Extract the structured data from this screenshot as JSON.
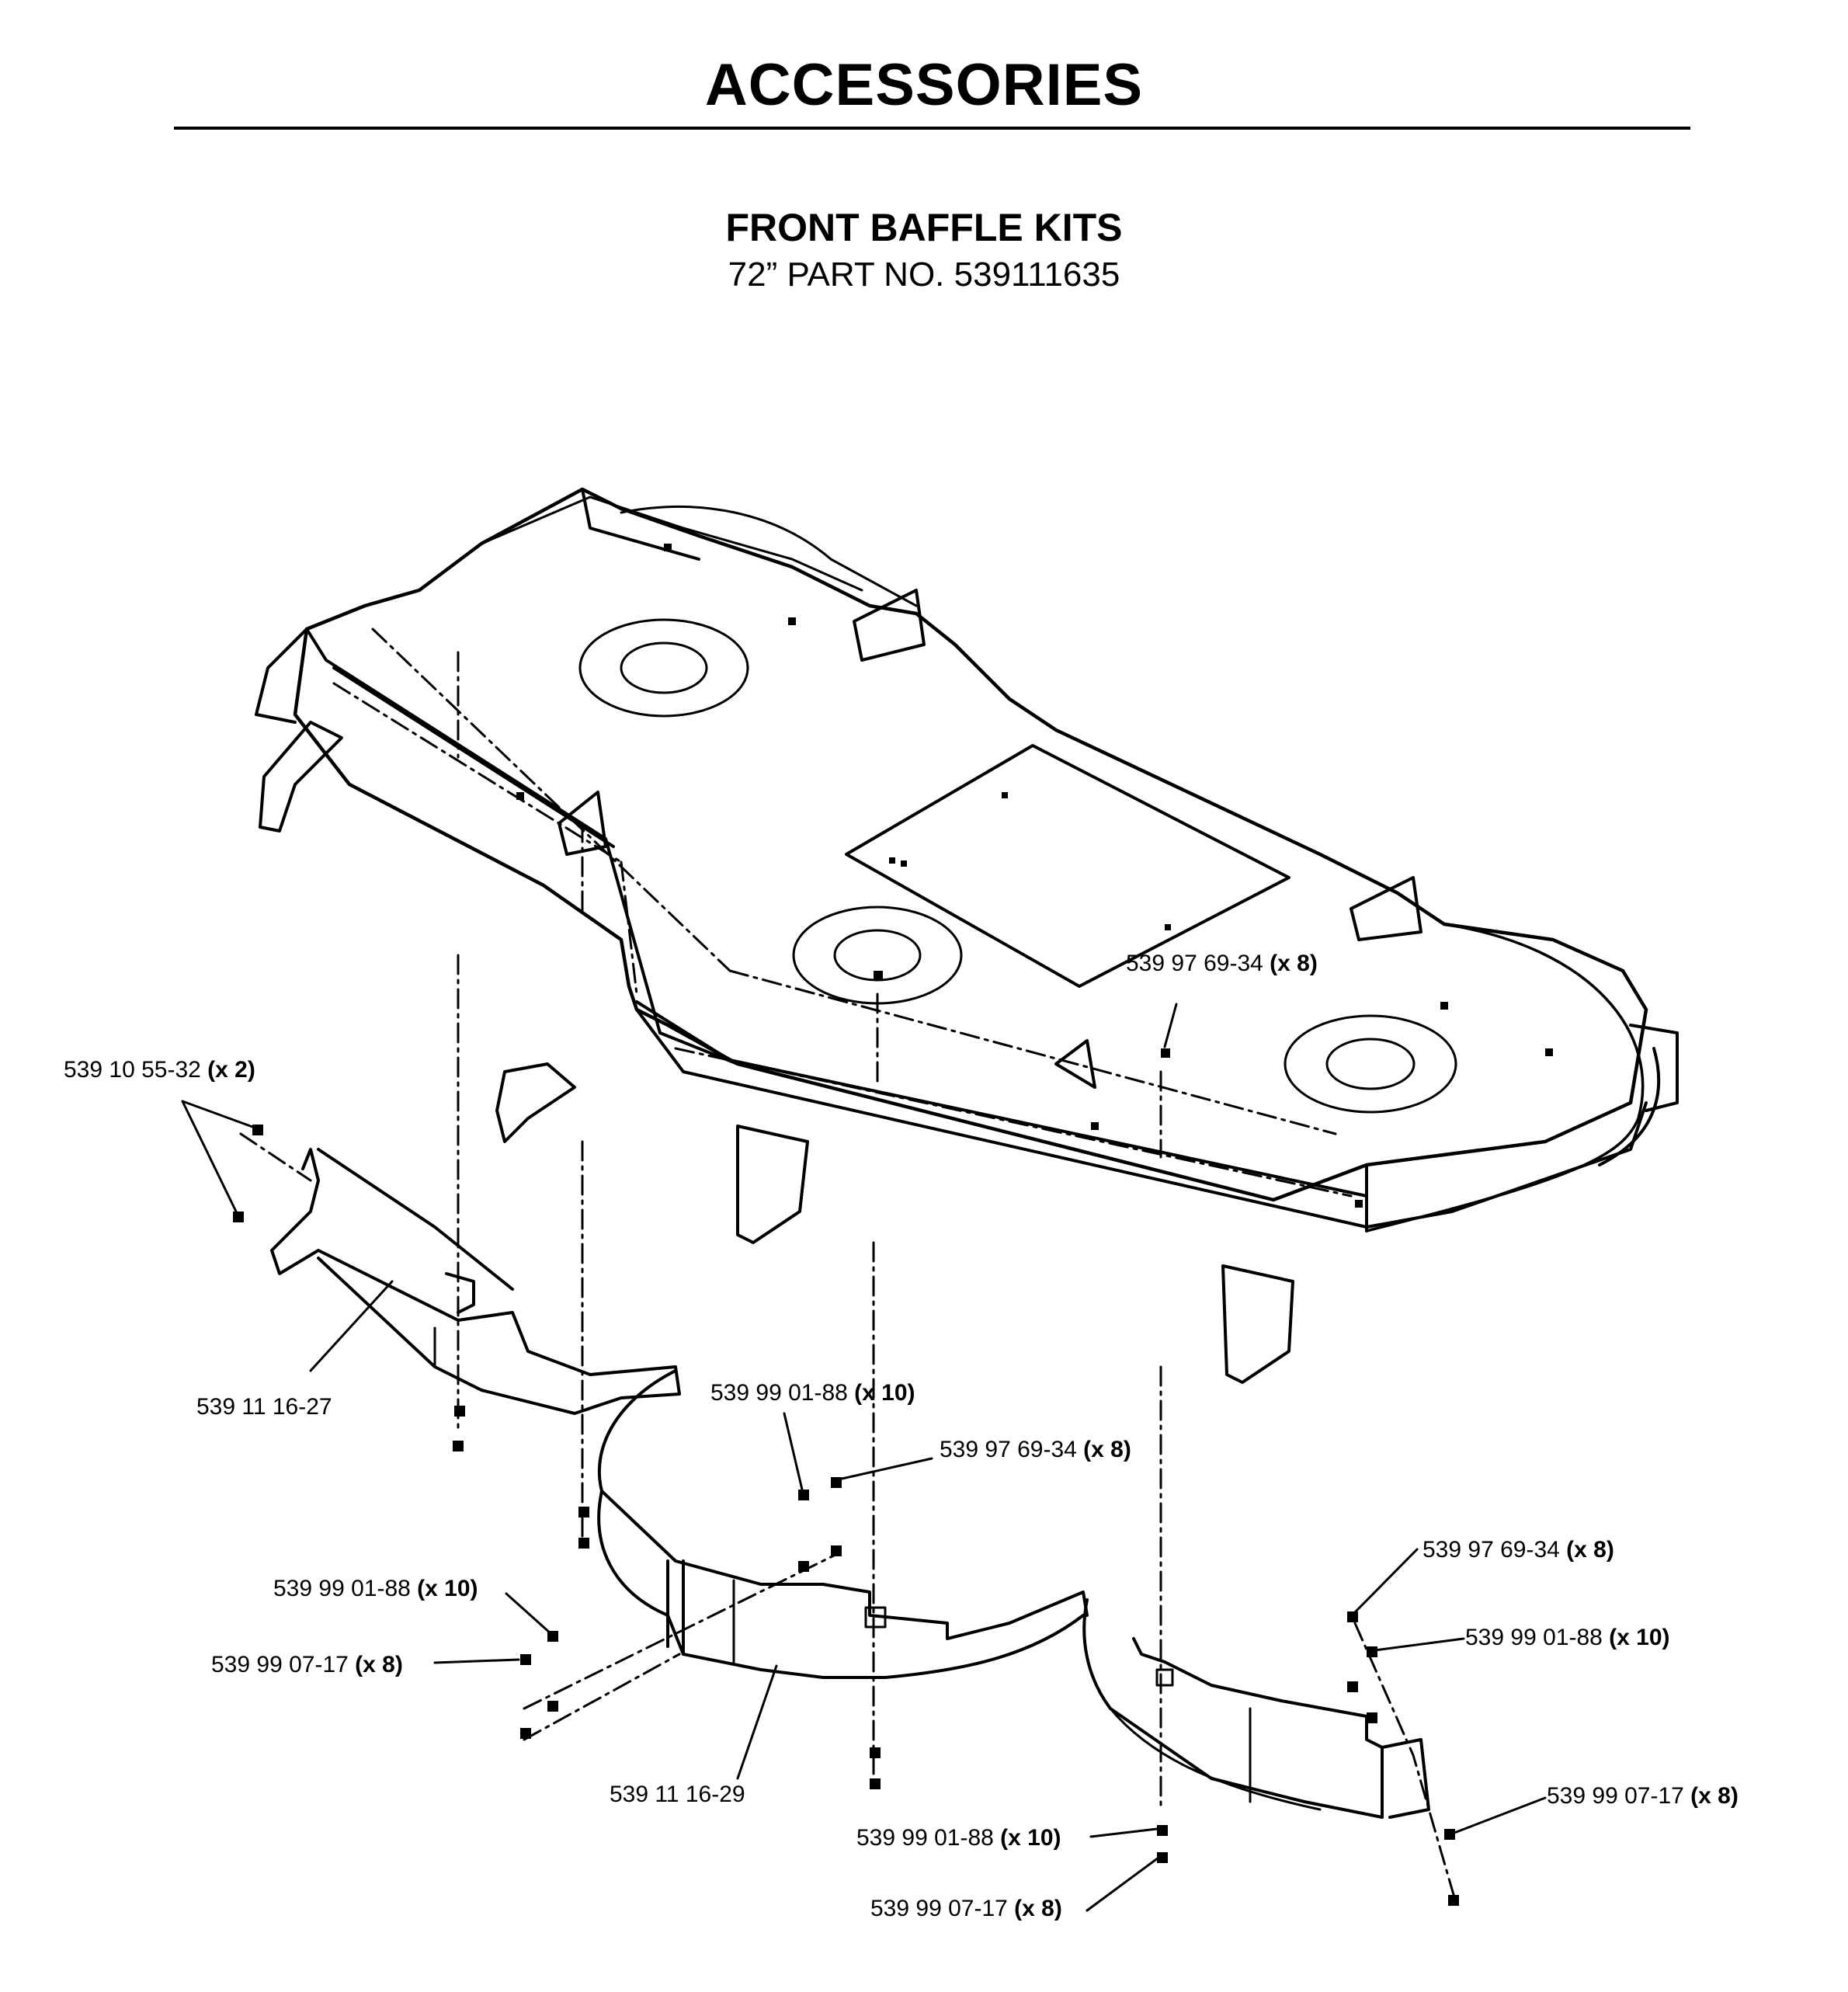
{
  "header": {
    "title": "ACCESSORIES",
    "subtitle": "FRONT BAFFLE KITS",
    "part_number": "72” PART NO. 539111635"
  },
  "callouts": [
    {
      "id": "c1",
      "part": "539 10 55-32",
      "qty": "(x 2)"
    },
    {
      "id": "c2",
      "part": "539 97 69-34",
      "qty": "(x 8)"
    },
    {
      "id": "c3",
      "part": "539 11 16-27",
      "qty": ""
    },
    {
      "id": "c4",
      "part": "539 99 01-88",
      "qty": "(x 10)"
    },
    {
      "id": "c5",
      "part": "539 97 69-34",
      "qty": "(x 8)"
    },
    {
      "id": "c6",
      "part": "539 97 69-34",
      "qty": "(x 8)"
    },
    {
      "id": "c7",
      "part": "539 99 01-88",
      "qty": "(x 10)"
    },
    {
      "id": "c8",
      "part": "539 99 01-88",
      "qty": "(x 10)"
    },
    {
      "id": "c9",
      "part": "539 99 07-17",
      "qty": "(x 8)"
    },
    {
      "id": "c10",
      "part": "539 11 16-29",
      "qty": ""
    },
    {
      "id": "c11",
      "part": "539 99 07-17",
      "qty": "(x 8)"
    },
    {
      "id": "c12",
      "part": "539 99 01-88",
      "qty": "(x 10)"
    },
    {
      "id": "c13",
      "part": "539 99 07-17",
      "qty": "(x 8)"
    }
  ]
}
